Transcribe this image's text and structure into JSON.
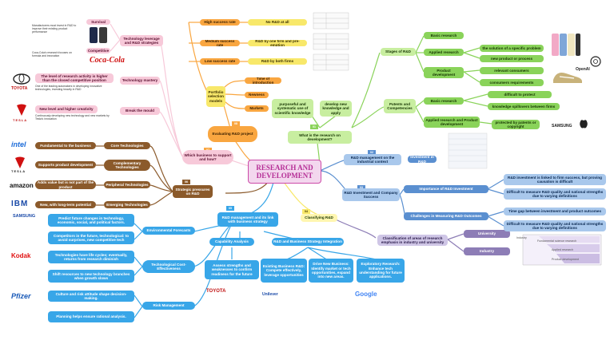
{
  "center": {
    "title": "RESEARCH AND DEVELOPMENT"
  },
  "numbers": [
    "01",
    "02",
    "03",
    "04",
    "05",
    "06",
    "07",
    "08"
  ],
  "evaluating": {
    "title": "Evaluating R&D project",
    "portfolio": "Portfolio selection models",
    "criteria": [
      "Time of introduction",
      "Newness",
      "Markets"
    ],
    "rates": [
      "High success rate",
      "Medium success rate",
      "Low success rate"
    ],
    "rate_results": [
      "No R&D at all",
      "R&D by one firm and pre-emption",
      "R&D by both firms"
    ]
  },
  "what": {
    "title": "What is the research on development?",
    "purposeful": "purposeful and systematic use of scientific knowledge",
    "develop": "develop new knowledge and apply",
    "stages": "Stages of R&D",
    "basic": "Basic research",
    "applied": "Applied research",
    "product_dev": "Product development",
    "outcomes": [
      "the solution of a specific problem",
      "new product or process",
      "relevant consumers",
      "consumers requirements"
    ],
    "patents": "Patents and Competencies",
    "pc_basic": "Basic research",
    "pc_applied": "Applied research and Product development",
    "pc_outcomes": [
      "difficult to protect",
      "knowledge spillovers between firms"
    ],
    "protected": "protected by patents or copyright"
  },
  "industrial": {
    "title": "R&D management on the industrial context",
    "investment": "Investment in R&D"
  },
  "investment": {
    "title": "R&D Investment and Company Success",
    "importance": "Importance of R&D Investment",
    "importance_items": [
      "R&D investment is linked to firm success, but proving causation is difficult",
      "Difficult to measure R&D quality and national strengths due to varying definitions"
    ],
    "challenges": "Challenges in Measuring R&D Outcomes",
    "challenge_items": [
      "Time gap between investment and product outcomes",
      "Difficult to measure R&D quality and national strengths due to varying definitions"
    ]
  },
  "classifying": {
    "title": "Classifying R&D",
    "classification": "Classification of areas of research emphasis in industry and university",
    "university": "University",
    "industry": "Industry",
    "chart_rows": [
      "Fundamental science research",
      "Applied research",
      "Product development"
    ],
    "chart_axis": "Industry"
  },
  "support": {
    "title": "Which business to support and how?"
  },
  "technology": {
    "leverage": "Technology leverage and R&D strategies",
    "survival": "Survival",
    "competitive": "Competitive",
    "mastery": "Technology mastery",
    "mastery_note": "The level of research activity is higher than the closed competitive position",
    "break": "Break the mould",
    "break_note": "New level and higher creativity",
    "survival_note": "Manufacturers must invest in R&D to improve their existing product performance",
    "competitive_note": "Coca-Cola's research focuses on formula and innovation",
    "mastery_detail": "One of the leading automakers in developing innovative technologies, investing heavily in R&D",
    "break_detail": "Continuously developing new technology and new markets by Tesla's innovation"
  },
  "strategic": {
    "title": "Strategic pressures on R&D",
    "core": "Core Technologies",
    "core_note": "Fundamental to the business",
    "complementary": "Complementary Technologies",
    "complementary_note": "Supports product development",
    "peripheral": "Peripheral Technologies",
    "peripheral_note": "Adds value but is not part of the product",
    "emerging": "Emerging Technologies",
    "emerging_note": "New, with long-term potential"
  },
  "mgmt": {
    "title": "R&D management and its link with business strategy",
    "environmental": "Environmental Forecasts",
    "env_items": [
      "Predict future changes in technology, economic, social, and political factors.",
      "Competitors in the future, technological: to avoid surprises, new competitive tech"
    ],
    "cost": "Technological Cost-Effectiveness",
    "cost_items": [
      "Technologies have life cycles; eventually, returns from research diminish",
      "Shift resources to new technology branches when growth slows"
    ],
    "risk": "Risk Management",
    "risk_items": [
      "Culture and risk attitude shape decision-making.",
      "Planning helps ensure rational analysis."
    ],
    "capability": "Capability Analysis",
    "capability_item": "Assess strengths and weaknesses to confirm readiness for the future",
    "integration": "R&D and Business Strategy Integration",
    "integration_items": [
      "Existing Business R&D: Compete effectively, leverage opportunities",
      "Drive New Business: Identify market or tech opportunities, expand into new areas.",
      "Exploratory Research: Enhance tech understanding for future applications."
    ]
  },
  "logos": [
    "intel",
    "TESLA",
    "amazon",
    "IBM",
    "SAMSUNG",
    "Kodak",
    "Pfizer",
    "TOYOTA",
    "Unilever",
    "Google",
    "TOYOTA",
    "TESLA",
    "Coca-Cola",
    "OpenAI",
    "SAMSUNG"
  ],
  "colors": {
    "yellow": "#f8e86a",
    "orange": "#f9a640",
    "green": "#8ad35a",
    "blue": "#38a6e8",
    "brown": "#8b5a2b",
    "purple": "#8d7db6",
    "center": "#cc4aa8"
  }
}
